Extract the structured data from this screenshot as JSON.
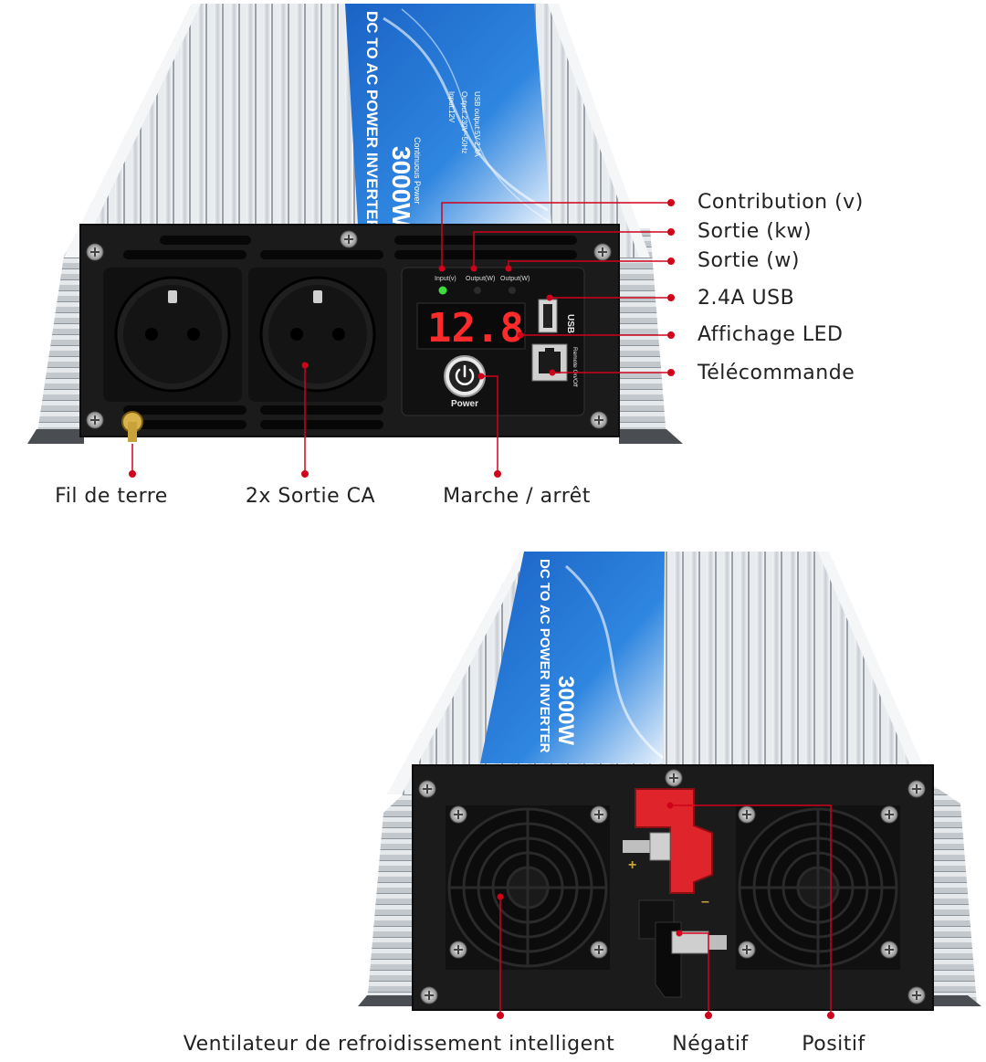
{
  "colors": {
    "callout": "#d0021b",
    "label_blue": "#1e73d2",
    "housing": "#dde1e6",
    "panel": "#1b1b1b",
    "led_red": "#ff2a2a",
    "led_green": "#3ddc3d",
    "terminal_red": "#e0242b"
  },
  "product": {
    "title": "DC TO AC POWER INVERTER",
    "power": "3000W",
    "continuous": "Continuous Power",
    "input_spec": "Input:12V",
    "output_spec": "Output:230V~50Hz",
    "usb_spec": "USB output:5V 2.4A"
  },
  "front_panel": {
    "led_display": "12.8",
    "indicator_input": "Input(v)",
    "indicator_output_w": "Output(W)",
    "indicator_output_kw": "Output(W)",
    "usb_port_label": "USB",
    "remote_label": "Remote On/Off",
    "power_label": "Power",
    "plus_sign": "+",
    "minus_sign": "–"
  },
  "callouts_top_right": [
    {
      "label": "Contribution (v)"
    },
    {
      "label": "Sortie (kw)"
    },
    {
      "label": "Sortie (w)"
    },
    {
      "label": "2.4A USB"
    },
    {
      "label": "Affichage LED"
    },
    {
      "label": "Télécommande"
    }
  ],
  "callouts_top_bottom": [
    {
      "label": "Fil de terre"
    },
    {
      "label": "2x Sortie CA"
    },
    {
      "label": "Marche / arrêt"
    }
  ],
  "callouts_bottom": [
    {
      "label": "Ventilateur de refroidissement intelligent"
    },
    {
      "label": "Négatif"
    },
    {
      "label": "Positif"
    }
  ],
  "icons": [
    "power-icon",
    "usb-icon",
    "rj11-port-icon",
    "fan-icon",
    "schuko-socket-icon",
    "ground-terminal-icon"
  ]
}
